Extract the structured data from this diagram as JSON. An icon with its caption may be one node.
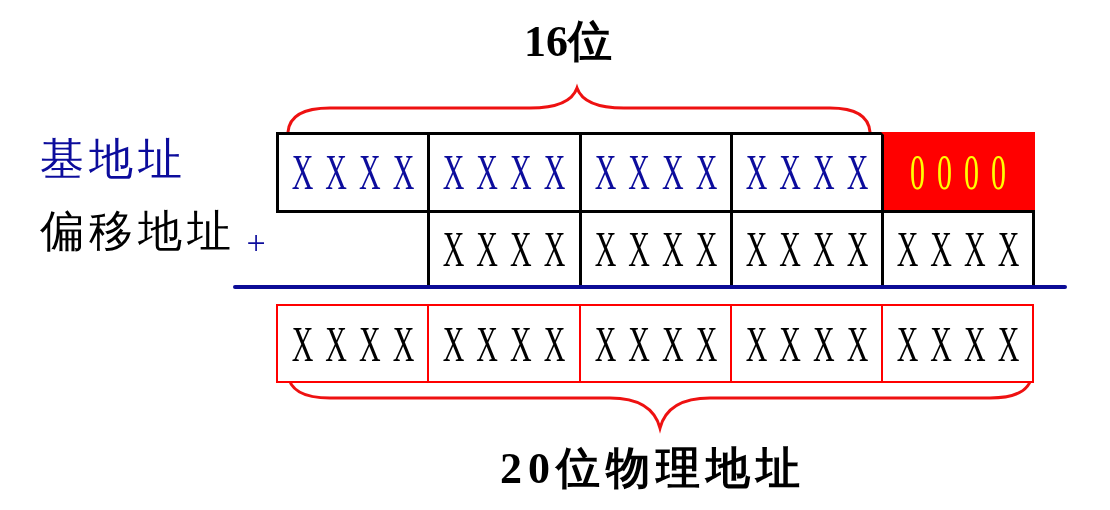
{
  "diagram": {
    "nodes": [
      {
        "text": [
          "XXXX"
        ]
      },
      {
        "text": [
          "XXXX"
        ]
      },
      {
        "text": [
          "XXXX"
        ]
      },
      {
        "text": [
          "XXXX"
        ]
      },
      {
        "text": [
          "0000"
        ]
      },
      {
        "text": [
          "XXXX"
        ]
      },
      {
        "text": [
          "XXXX"
        ]
      },
      {
        "text": [
          "XXXX"
        ]
      },
      {
        "text": [
          "XXXX"
        ]
      },
      {
        "text": [
          "XXXX"
        ]
      },
      {
        "text": [
          "XXXX"
        ]
      },
      {
        "text": [
          "XXXX"
        ]
      },
      {
        "text": [
          "XXXX"
        ]
      },
      {
        "text": [
          "XXXX"
        ]
      }
    ],
    "labels": [
      "16位",
      "基地址",
      "偏移地址",
      "+",
      "20位物理地址"
    ]
  }
}
